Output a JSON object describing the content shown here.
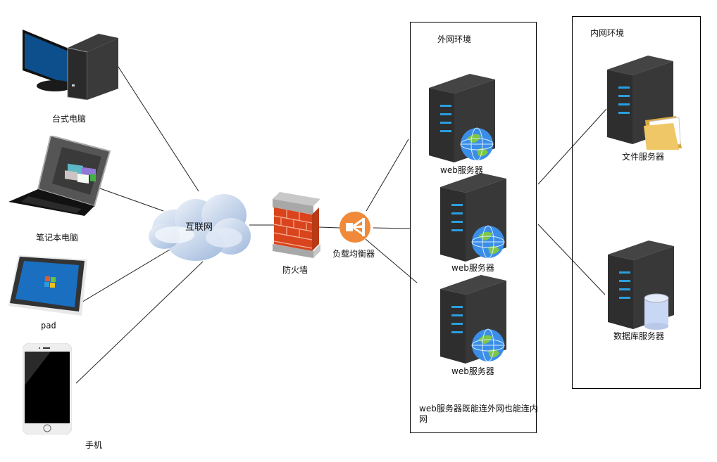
{
  "diagram": {
    "clients": {
      "desktop": "台式电脑",
      "laptop": "笔记本电脑",
      "tablet": "pad",
      "phone": "手机"
    },
    "internet": "互联网",
    "firewall": "防火墙",
    "load_balancer": "负载均衡器",
    "external_zone": {
      "title": "外网环境",
      "servers": [
        "web服务器",
        "web服务器",
        "web服务器"
      ],
      "note": "web服务器既能连外网也能连内网"
    },
    "internal_zone": {
      "title": "内网环境",
      "servers": [
        "文件服务器",
        "数据库服务器"
      ]
    },
    "colors": {
      "server_body": "#3a3a3a",
      "server_led": "#2a9fe0",
      "firewall_brick": "#d9441c",
      "load_balancer": "#f08a3a",
      "cloud": "#c6d6ec",
      "desktop_screen": "#0c4f8c"
    }
  }
}
